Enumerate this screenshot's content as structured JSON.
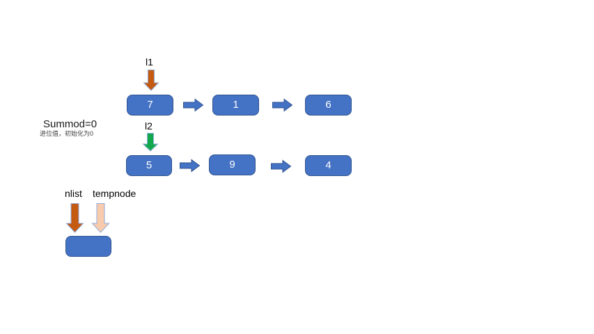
{
  "list1": {
    "pointer_label": "l1",
    "nodes": [
      "7",
      "1",
      "6"
    ]
  },
  "list2": {
    "pointer_label": "l2",
    "nodes": [
      "5",
      "9",
      "4"
    ]
  },
  "summod": {
    "label": "Summod=0",
    "note": "进位值，初始化为0"
  },
  "result": {
    "pointer1_label": "nlist",
    "pointer2_label": "tempnode",
    "node_value": ""
  },
  "colors": {
    "node_fill": "#4472C4",
    "node_border": "#2F528F",
    "connector_fill": "#4472C4",
    "connector_border": "#2F528F",
    "l1_arrow_fill": "#C55A11",
    "l2_arrow_fill": "#12A94D",
    "nlist_arrow_fill": "#C55A11",
    "tempnode_arrow_fill": "#F8CBAD",
    "down_arrow_border": "#8FAADC"
  }
}
